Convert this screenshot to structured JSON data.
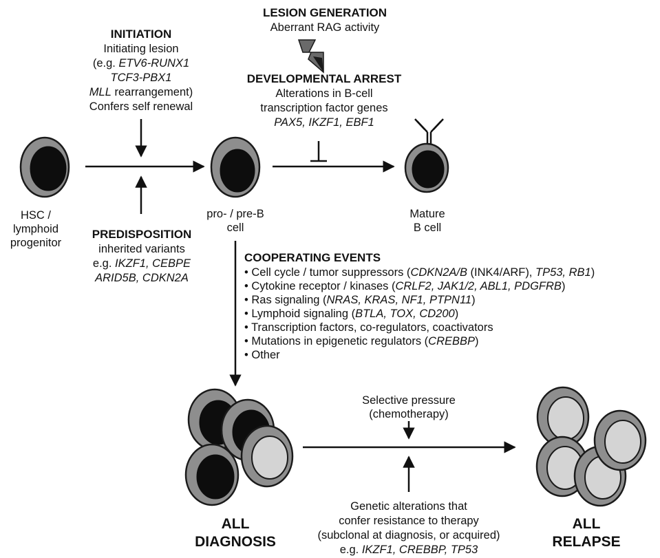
{
  "lesion_generation": {
    "title": "LESION GENERATION",
    "subtitle": "Aberrant RAG activity"
  },
  "initiation": {
    "title": "INITIATION",
    "lines": [
      "Initiating lesion",
      "(e.g. ",
      "ETV6-RUNX1",
      "TCF3-PBX1",
      "MLL",
      " rearrangement)",
      "Confers self renewal"
    ]
  },
  "developmental_arrest": {
    "title": "DEVELOPMENTAL ARREST",
    "line1": "Alterations in B-cell",
    "line2": "transcription factor genes",
    "genes": "PAX5, IKZF1, EBF1"
  },
  "predisposition": {
    "title": "PREDISPOSITION",
    "line1": "inherited variants",
    "eg": "e.g. ",
    "genes1": "IKZF1, CEBPE",
    "genes2": "ARID5B, CDKN2A"
  },
  "cells": {
    "hsc_line1": "HSC /",
    "hsc_line2": "lymphoid",
    "hsc_line3": "progenitor",
    "prob_line1": "pro- / pre-B",
    "prob_line2": "cell",
    "mature_line1": "Mature",
    "mature_line2": "B cell"
  },
  "cooperating": {
    "title": "COOPERATING EVENTS",
    "items": [
      {
        "a": "• Cell cycle / tumor suppressors (",
        "b": "CDKN2A/B",
        "c": " (INK4/ARF), ",
        "d": "TP53, RB1",
        "e": ")"
      },
      {
        "a": "• Cytokine receptor / kinases (",
        "b": "CRLF2, JAK1/2, ABL1, PDGFRB",
        "c": ")",
        "d": "",
        "e": ""
      },
      {
        "a": "• Ras signaling (",
        "b": "NRAS, KRAS, NF1, PTPN11",
        "c": ")",
        "d": "",
        "e": ""
      },
      {
        "a": "• Lymphoid signaling (",
        "b": "BTLA, TOX, CD200",
        "c": ")",
        "d": "",
        "e": ""
      },
      {
        "a": "• Transcription factors, co-regulators, coactivators",
        "b": "",
        "c": "",
        "d": "",
        "e": ""
      },
      {
        "a": "• Mutations in epigenetic regulators (",
        "b": "CREBBP",
        "c": ")",
        "d": "",
        "e": ""
      },
      {
        "a": "• Other",
        "b": "",
        "c": "",
        "d": "",
        "e": ""
      }
    ]
  },
  "selective_pressure": {
    "line1": "Selective pressure",
    "line2": "(chemotherapy)"
  },
  "resistance": {
    "line1": "Genetic alterations that",
    "line2": "confer resistance to therapy",
    "line3": "(subclonal at diagnosis, or acquired)",
    "eg": "e.g. ",
    "genes": "IKZF1, CREBBP, TP53"
  },
  "all_diagnosis": {
    "line1": "ALL",
    "line2": "DIAGNOSIS"
  },
  "all_relapse": {
    "line1": "ALL",
    "line2": "RELAPSE"
  },
  "colors": {
    "cell_cytoplasm": "#8e8e8e",
    "nucleus_dark": "#0d0d0d",
    "nucleus_light": "#d4d4d4",
    "ink": "#111111"
  }
}
